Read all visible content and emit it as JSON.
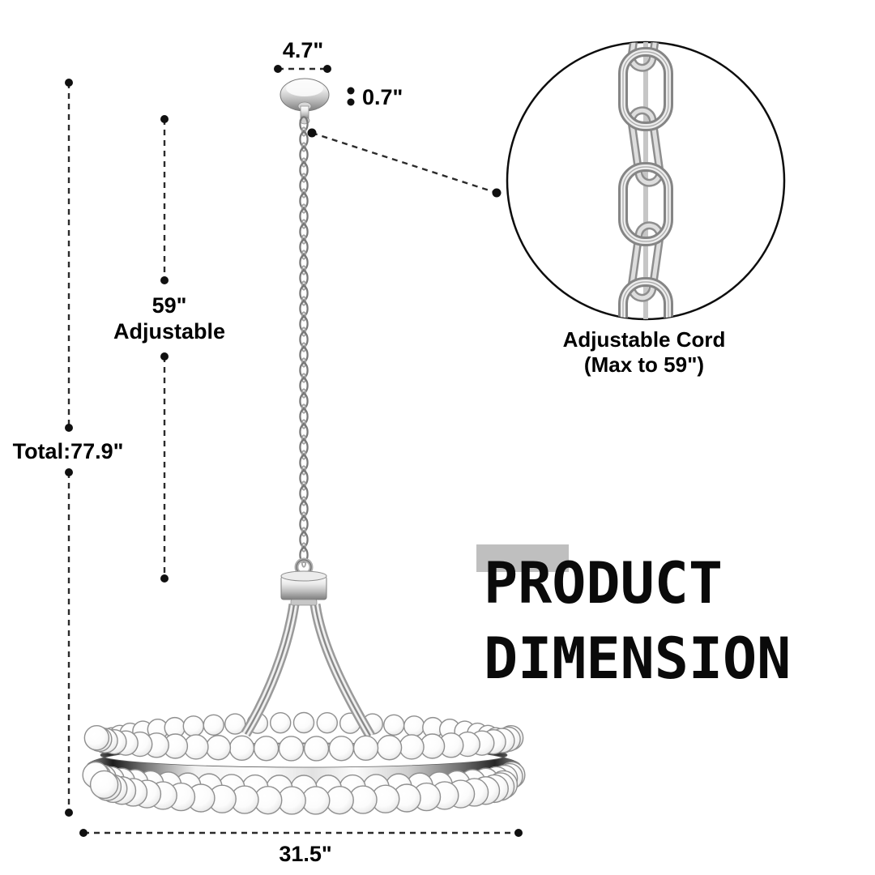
{
  "title": {
    "line1": "PRODUCT",
    "line2": "DIMENSION"
  },
  "labels": {
    "canopy_width": "4.7\"",
    "canopy_height": "0.7\"",
    "cord_length": "59\"",
    "cord_note": "Adjustable",
    "total_height": "Total:77.9\"",
    "ring_diameter": "31.5\"",
    "inset_caption1": "Adjustable Cord",
    "inset_caption2": "(Max to 59\")"
  },
  "colors": {
    "background": "#ffffff",
    "text": "#000000",
    "dimension_line": "#2b2b2b",
    "title_highlight": "#bfbfbf",
    "chrome_dark": "#1c1c1c",
    "chrome_light": "#f5f5f5"
  }
}
